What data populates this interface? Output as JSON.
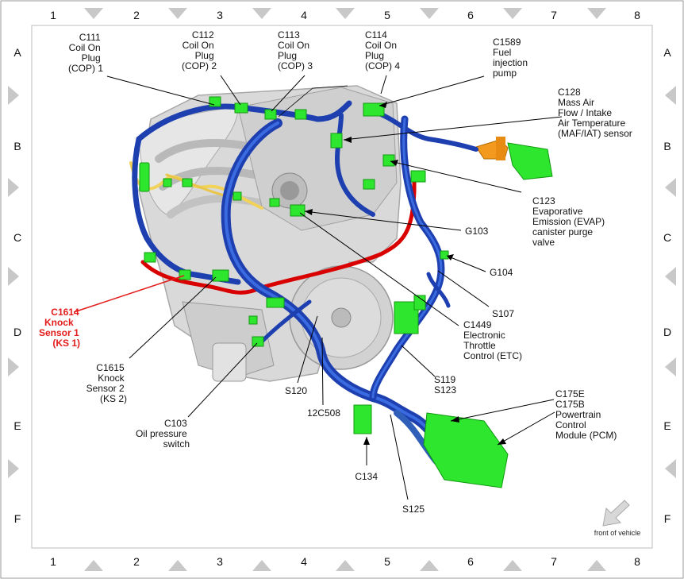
{
  "grid": {
    "columns": [
      "1",
      "2",
      "3",
      "4",
      "5",
      "6",
      "7",
      "8"
    ],
    "rows": [
      "A",
      "B",
      "C",
      "D",
      "E",
      "F"
    ]
  },
  "connectors": {
    "c111": [
      "C111",
      "Coil On",
      "Plug",
      "(COP) 1"
    ],
    "c112": [
      "C112",
      "Coil On",
      "Plug",
      "(COP) 2"
    ],
    "c113": [
      "C113",
      "Coil On",
      "Plug",
      "(COP) 3"
    ],
    "c114": [
      "C114",
      "Coil On",
      "Plug",
      "(COP) 4"
    ],
    "c1589": [
      "C1589",
      "Fuel",
      "injection",
      "pump"
    ],
    "c128": [
      "C128",
      "Mass Air",
      "Flow / Intake",
      "Air Temperature",
      "(MAF/IAT) sensor"
    ],
    "c123": [
      "C123",
      "Evaporative",
      "Emission (EVAP)",
      "canister purge",
      "valve"
    ],
    "g103": [
      "G103"
    ],
    "g104": [
      "G104"
    ],
    "s107": [
      "S107"
    ],
    "c1449": [
      "C1449",
      "Electronic",
      "Throttle",
      "Control (ETC)"
    ],
    "s119": [
      "S119",
      "S123"
    ],
    "c175": [
      "C175E",
      "C175B",
      "Powertrain",
      "Control",
      "Module (PCM)"
    ],
    "c1614": [
      "C1614",
      "Knock",
      "Sensor 1",
      "(KS 1)"
    ],
    "c1615": [
      "C1615",
      "Knock",
      "Sensor 2",
      "(KS 2)"
    ],
    "c103": [
      "C103",
      "Oil pressure",
      "switch"
    ],
    "s120": [
      "S120"
    ],
    "c12508": [
      "12C508"
    ],
    "c134": [
      "C134"
    ],
    "s125": [
      "S125"
    ]
  },
  "front_of_vehicle": "front of vehicle",
  "colors": {
    "harness_blue": "#1d3fb0",
    "connector_green": "#2ee62e",
    "highlight_red": "#e31b1b",
    "engine_gray": "#d4d4d4",
    "border_gray": "#c8c8c8"
  }
}
